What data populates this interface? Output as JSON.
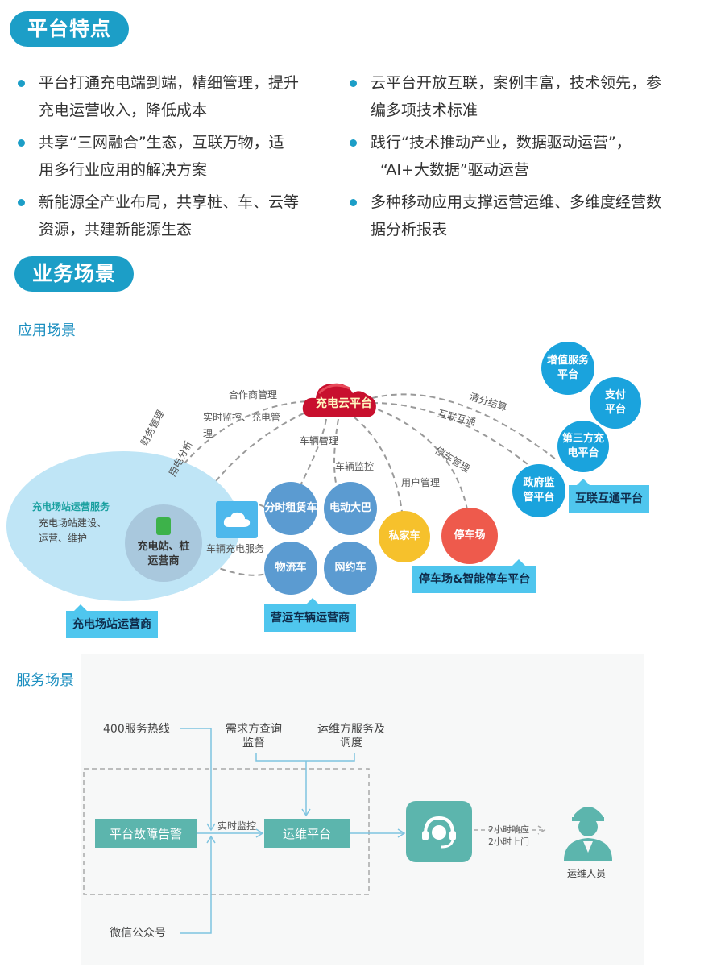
{
  "section1": {
    "title": "平台特点"
  },
  "features_left": [
    {
      "line1": "平台打通充电端到端，精细管理，提升",
      "line2": "充电运营收入，降低成本"
    },
    {
      "line1": "共享“三网融合”生态，互联万物，适",
      "line2": "用多行业应用的解决方案"
    },
    {
      "line1": "新能源全产业布局，共享桩、车、云等",
      "line2": "资源，共建新能源生态"
    }
  ],
  "features_right": [
    {
      "line1": "云平台开放互联，案例丰富，技术领先，参",
      "line2": "编多项技术标准"
    },
    {
      "line1": "践行“技术推动产业，数据驱动运营”，",
      "line2": "“AI+大数据”驱动运营"
    },
    {
      "line1": "多种移动应用支撑运营运维、多维度经营数",
      "line2": "据分析报表"
    }
  ],
  "section2": {
    "title": "业务场景"
  },
  "app_scene": {
    "title": "应用场景",
    "cloud_label": "充电云平台",
    "edges": {
      "partner_mgmt": "合作商管理",
      "realtime": "实时监控、充电管",
      "realtime2": "理",
      "finance": "财务管理",
      "usage": "用电分析",
      "vehicle_mgmt": "车辆管理",
      "vehicle_monitor": "车辆监控",
      "user_mgmt": "用户管理",
      "parking_mgmt": "停车管理",
      "clearing": "清分结算",
      "interconnect": "互联互通"
    },
    "station_area": {
      "heading": "充电场站运营服务",
      "line1": "充电场站建设、",
      "line2": "运营、维护",
      "operator_l1": "充电站、桩",
      "operator_l2": "运营商",
      "service_label": "车辆充电服务",
      "tag": "充电场站运营商"
    },
    "vehicles": [
      {
        "label": "分时租赁车"
      },
      {
        "label": "电动大巴"
      },
      {
        "label": "物流车"
      },
      {
        "label": "网约车"
      }
    ],
    "fleet_tag": "营运车辆运营商",
    "private_car": "私家车",
    "parking_lot": "停车场",
    "parking_tag": "停车场&智能停车平台",
    "third_party": [
      {
        "l1": "增值服务",
        "l2": "平台"
      },
      {
        "l1": "支付",
        "l2": "平台"
      },
      {
        "l1": "第三方充",
        "l2": "电平台"
      },
      {
        "l1": "政府监",
        "l2": "管平台"
      }
    ],
    "interconnect_tag": "互联互通平台"
  },
  "service_scene": {
    "title": "服务场景",
    "hotline": "400服务热线",
    "demand_l1": "需求方查询",
    "demand_l2": "监督",
    "ops_l1": "运维方服务及",
    "ops_l2": "调度",
    "fault_alarm": "平台故障告警",
    "realtime_monitor": "实时监控",
    "ops_platform": "运维平台",
    "wechat": "微信公众号",
    "response_l1": "2小时响应",
    "response_l2": "2小时上门",
    "ops_person": "运维人员"
  },
  "colors": {
    "accent": "#1c9ec7",
    "cloud_red": "#c8102e",
    "vehicle_circle": "#5b9bd1",
    "private_car": "#f6c12c",
    "parking_lot": "#ee5a4c",
    "third_party_circle": "#1aa3dd",
    "station_ellipse": "#bfe5f6",
    "service_box": "#5cb5ad"
  }
}
